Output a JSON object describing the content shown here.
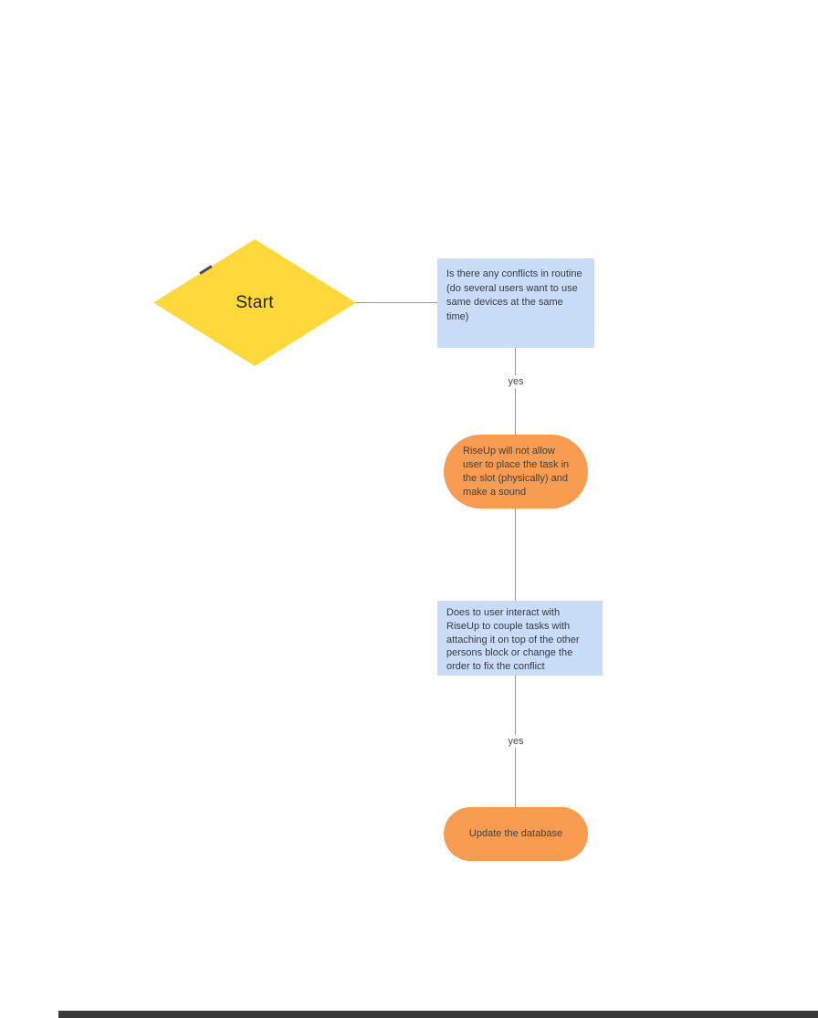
{
  "colors": {
    "diamond_fill": "#FFD93B",
    "process_fill": "#C9DCF8",
    "terminal_fill": "#F79C50",
    "connector": "#9B9B9B",
    "bottom_bar": "#383838"
  },
  "diagram": {
    "nodes": {
      "start": {
        "label": "Start",
        "shape": "diamond"
      },
      "conflict_check": {
        "label": "Is there any conflicts in routine (do several users want to use same devices at the same time)",
        "shape": "rectangle"
      },
      "riseup_block": {
        "label": "RiseUp will not allow user to place the task in the slot (physically) and make a sound",
        "shape": "stadium"
      },
      "user_interact": {
        "label": "Does to user interact with RiseUp to couple tasks with attaching it on top of the other persons block or change the order to fix the conflict",
        "shape": "rectangle"
      },
      "update_db": {
        "label": "Update the database",
        "shape": "stadium"
      }
    },
    "edge_labels": {
      "conflict_yes": "yes",
      "interact_yes": "yes"
    }
  }
}
